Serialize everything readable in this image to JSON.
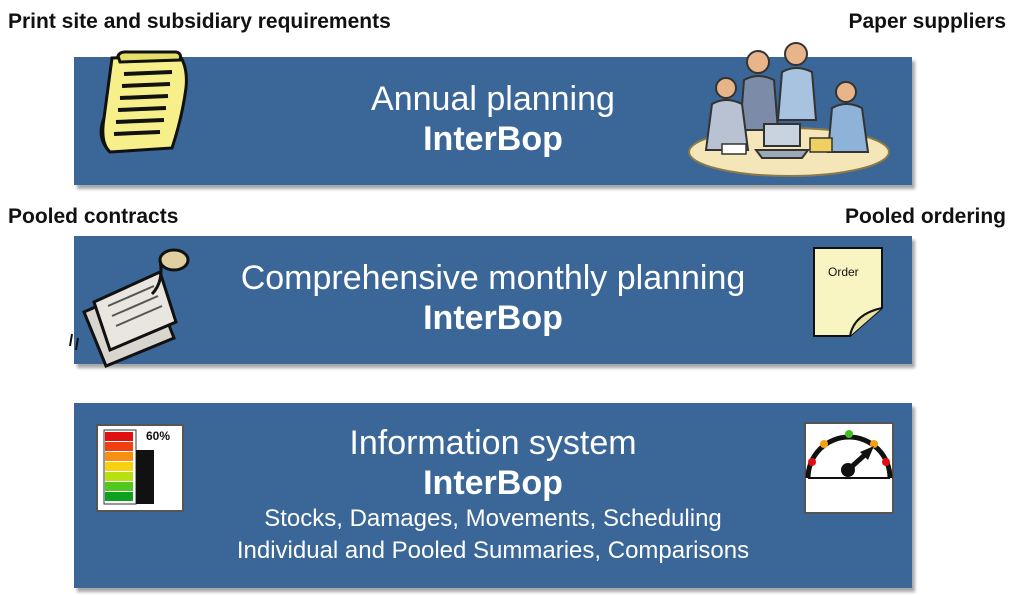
{
  "labels": {
    "top_left": "Print site and subsidiary requirements",
    "top_right": "Paper suppliers",
    "mid_left": "Pooled contracts",
    "mid_right": "Pooled ordering"
  },
  "bands": [
    {
      "title": "Annual planning",
      "brand": "InterBop",
      "left_icon": "document-scroll-icon",
      "right_icon": "business-meeting-icon"
    },
    {
      "title": "Comprehensive monthly planning",
      "brand": "InterBop",
      "left_icon": "contracts-papers-icon",
      "right_icon": "order-note-icon",
      "order_note_text": "Order"
    },
    {
      "title": "Information system",
      "brand": "InterBop",
      "details": [
        "Stocks, Damages, Movements, Scheduling",
        "Individual and Pooled Summaries, Comparisons"
      ],
      "left_icon": "level-bar-meter-icon",
      "level_text": "60%",
      "level_value_percent": 60,
      "right_icon": "speedometer-gauge-icon"
    }
  ],
  "colors": {
    "band": "#3a6698",
    "text_on_band": "#ffffff",
    "label_text": "#111111"
  }
}
